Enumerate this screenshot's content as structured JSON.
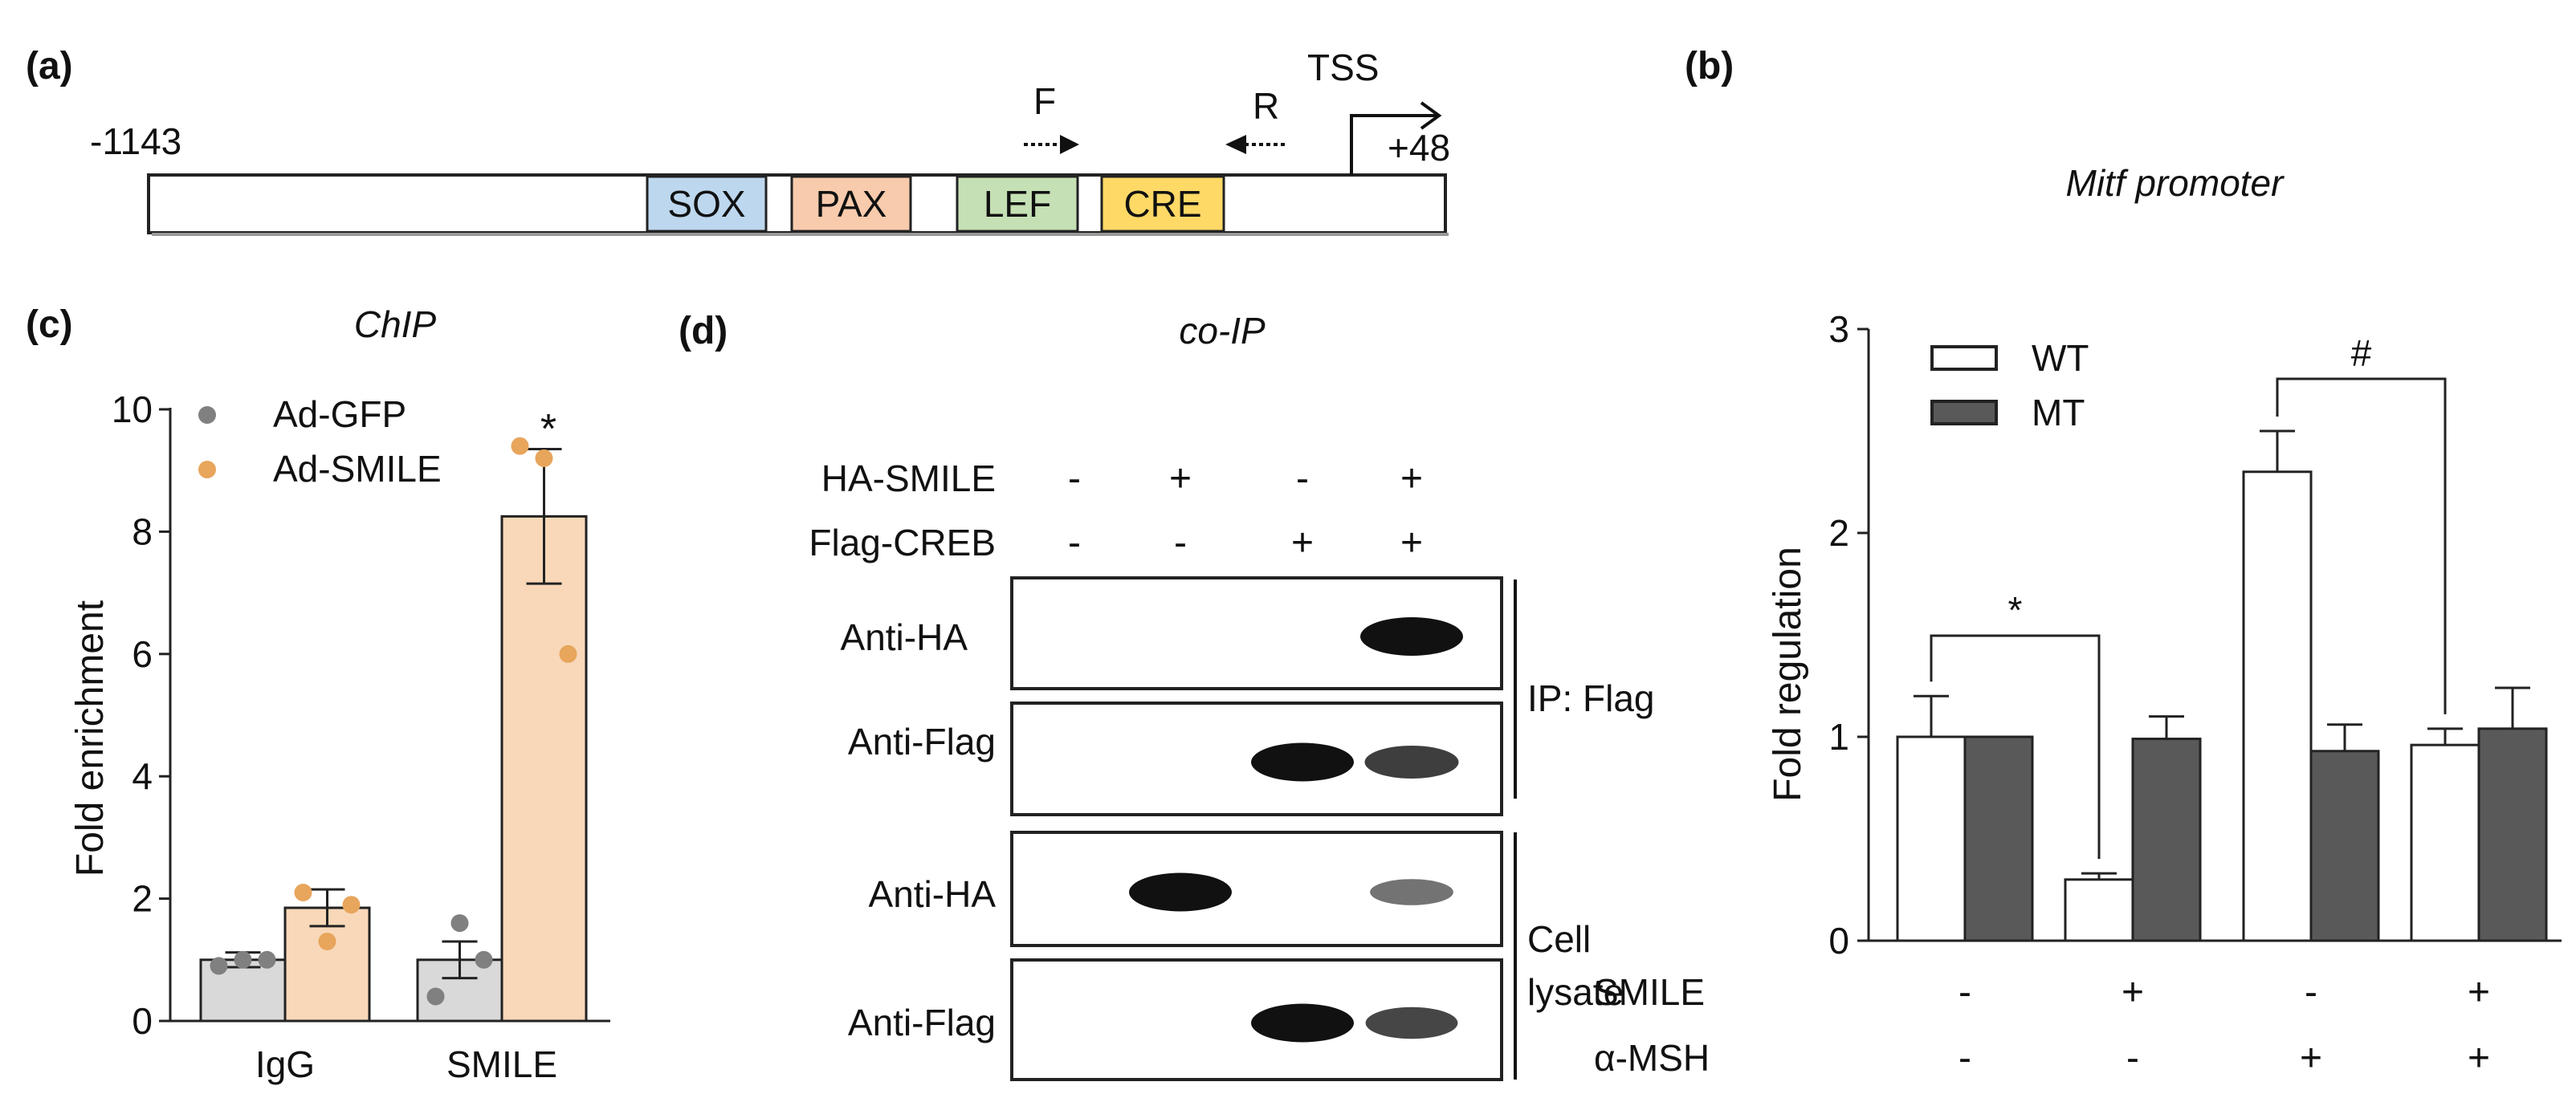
{
  "panels": {
    "a": {
      "label": "(a)",
      "left_coord": "-1143",
      "right_coord": "+48",
      "tss": "TSS",
      "forward": "F",
      "reverse": "R",
      "elements": [
        {
          "name": "SOX",
          "color": "#bdd7ee"
        },
        {
          "name": "PAX",
          "color": "#f8cbad"
        },
        {
          "name": "LEF",
          "color": "#c5e0b4"
        },
        {
          "name": "CRE",
          "color": "#ffd966"
        }
      ]
    },
    "b": {
      "label": "(b)"
    },
    "c": {
      "label": "(c)"
    },
    "d": {
      "label": "(d)",
      "title": "co-IP",
      "row_labels": [
        "HA-SMILE",
        "Flag-CREB"
      ],
      "lane_signs": [
        [
          "-",
          "+",
          "-",
          "+"
        ],
        [
          "-",
          "-",
          "+",
          "+"
        ]
      ],
      "blot_labels": [
        "Anti-HA",
        "Anti-Flag",
        "Anti-HA",
        "Anti-Flag"
      ],
      "group_labels": [
        "IP: Flag",
        "Cell",
        "lysate"
      ],
      "band_intensity": [
        [
          0,
          0,
          0,
          1.0
        ],
        [
          0,
          0,
          1.0,
          0.75
        ],
        [
          0,
          1.0,
          0,
          0.45
        ],
        [
          0,
          0,
          1.0,
          0.7
        ]
      ]
    }
  },
  "chart_data": [
    {
      "panel": "c",
      "type": "bar",
      "title": "ChIP",
      "ylabel": "Fold enrichment",
      "xlabel": "",
      "categories": [
        "IgG",
        "SMILE"
      ],
      "ylim": [
        0,
        10
      ],
      "yticks": [
        "0",
        "2",
        "4",
        "6",
        "8",
        "10"
      ],
      "series": [
        {
          "name": "Ad-GFP",
          "color": "#d9d9d9",
          "dot_color": "#808080",
          "values": [
            1.0,
            1.0
          ],
          "errors": [
            0.12,
            0.3
          ],
          "points": [
            [
              0.9,
              1.0,
              1.0
            ],
            [
              0.4,
              1.6,
              1.0
            ]
          ]
        },
        {
          "name": "Ad-SMILE",
          "color": "#f8d8b8",
          "dot_color": "#e8a55c",
          "values": [
            1.85,
            8.25
          ],
          "errors": [
            0.3,
            1.1
          ],
          "points": [
            [
              2.1,
              1.3,
              1.9
            ],
            [
              9.4,
              9.2,
              6.0
            ]
          ]
        }
      ],
      "annotations": [
        "*"
      ]
    },
    {
      "panel": "b",
      "type": "bar",
      "title": "Mitf promoter",
      "ylabel": "Fold regulation",
      "xlabel": "",
      "ylim": [
        0,
        3
      ],
      "yticks": [
        "0",
        "1",
        "2",
        "3"
      ],
      "conditions": [
        {
          "name": "SMILE",
          "signs": [
            "-",
            "+",
            "-",
            "+"
          ]
        },
        {
          "name": "α-MSH",
          "signs": [
            "-",
            "-",
            "+",
            "+"
          ]
        }
      ],
      "series": [
        {
          "name": "WT",
          "color": "#ffffff",
          "values": [
            1.0,
            0.3,
            2.3,
            0.96
          ],
          "errors": [
            0.2,
            0.03,
            0.2,
            0.08
          ]
        },
        {
          "name": "MT",
          "color": "#595959",
          "values": [
            1.0,
            0.99,
            0.93,
            1.04
          ],
          "errors": [
            0.0,
            0.11,
            0.13,
            0.2
          ]
        }
      ],
      "annotations": [
        "*",
        "#"
      ]
    }
  ]
}
